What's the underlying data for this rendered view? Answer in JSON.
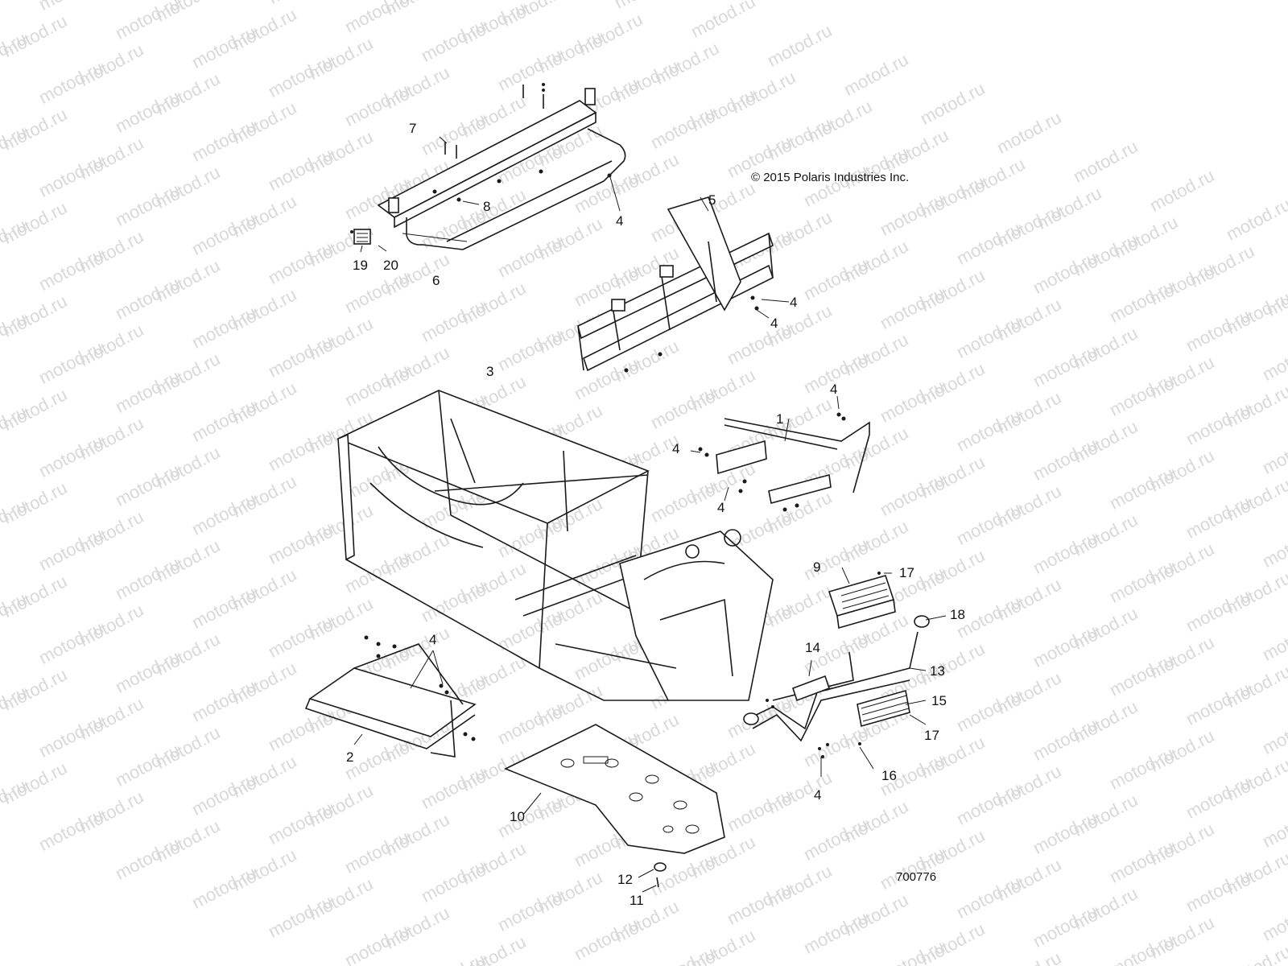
{
  "copyright": "© 2015 Polaris Industries Inc.",
  "drawing_id": "700776",
  "watermark": "motod.ru",
  "callouts": {
    "c1": "1",
    "c2": "2",
    "c3": "3",
    "c4a": "4",
    "c4b": "4",
    "c4c": "4",
    "c4d": "4",
    "c4e": "4",
    "c4f": "4",
    "c4g": "4",
    "c4h": "4",
    "c5": "5",
    "c6": "6",
    "c7": "7",
    "c8": "8",
    "c9": "9",
    "c10": "10",
    "c11": "11",
    "c12": "12",
    "c13": "13",
    "c14": "14",
    "c15": "15",
    "c16": "16",
    "c17a": "17",
    "c17b": "17",
    "c18": "18",
    "c19": "19",
    "c20": "20"
  }
}
